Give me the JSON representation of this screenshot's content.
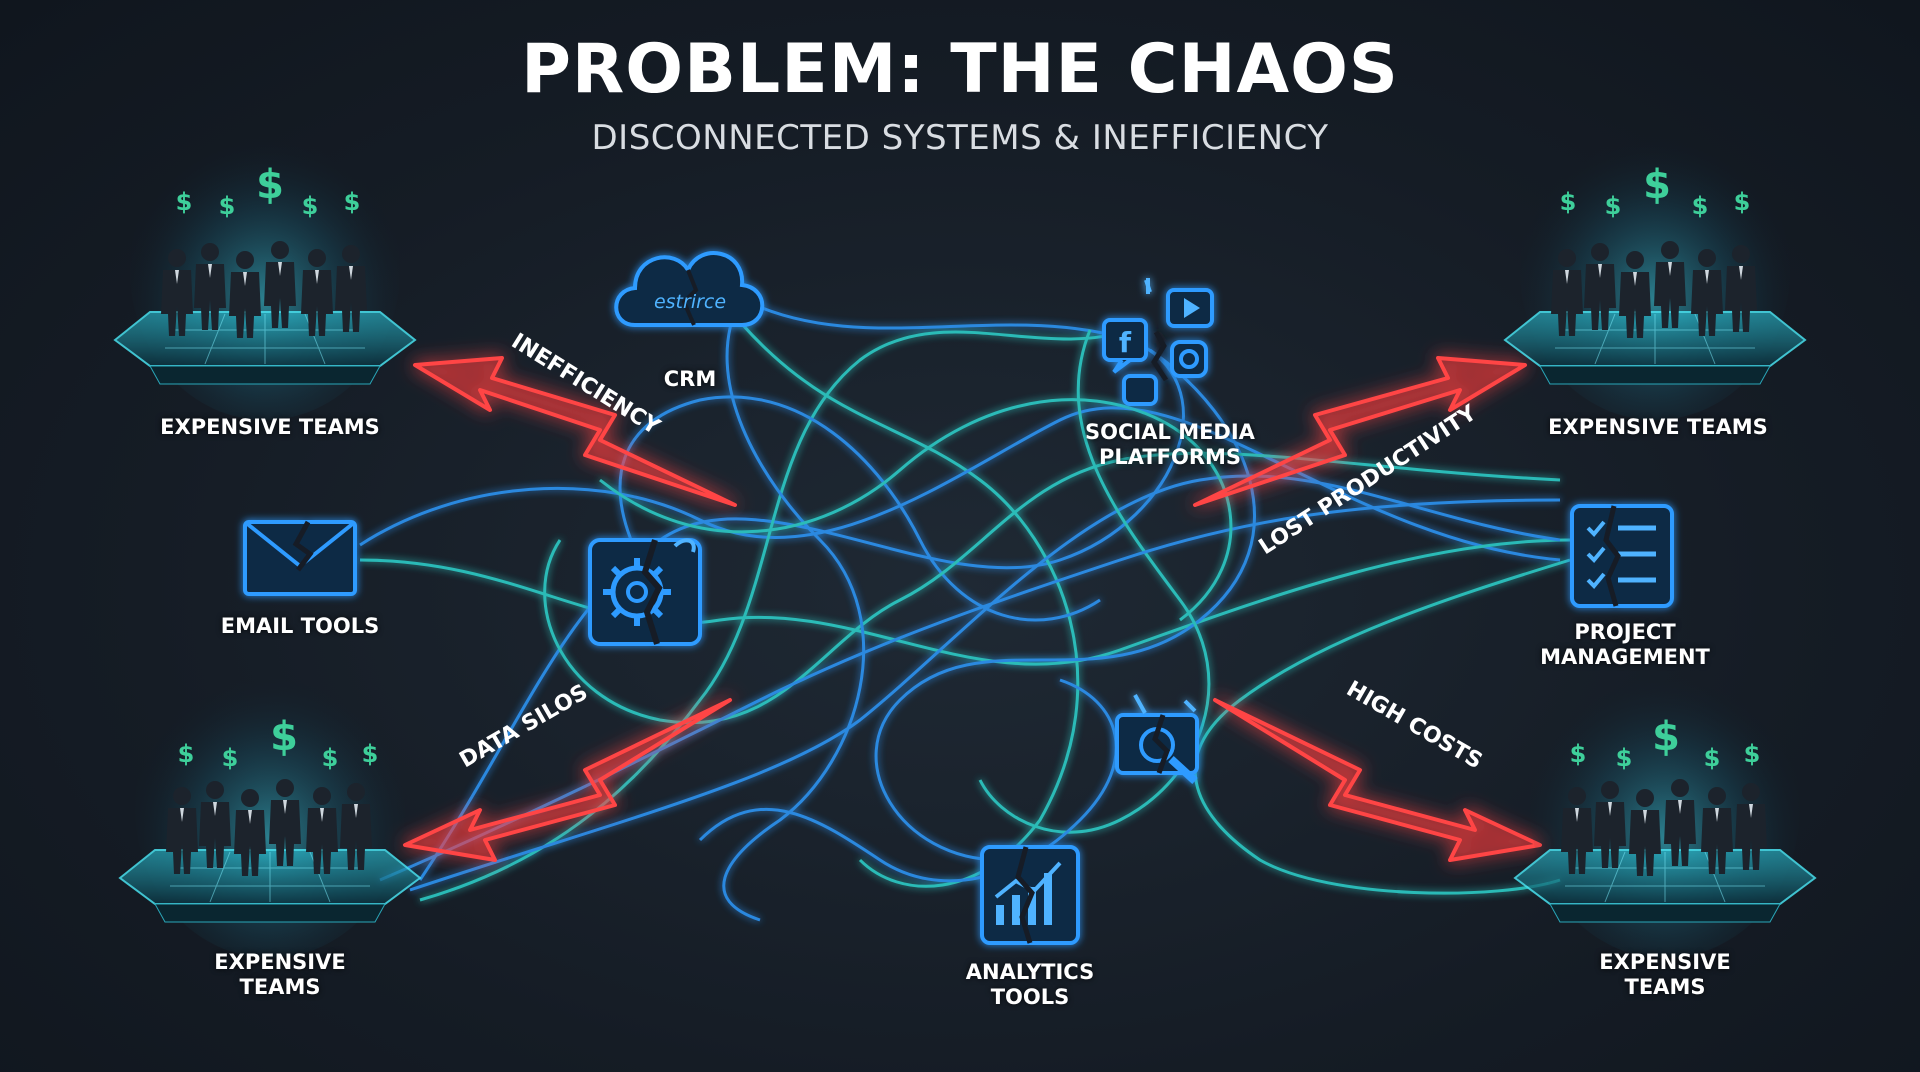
{
  "header": {
    "title": "PROBLEM: THE CHAOS",
    "subtitle": "DISCONNECTED SYSTEMS & INEFFICIENCY"
  },
  "teams": {
    "top_left": {
      "label": "EXPENSIVE TEAMS"
    },
    "top_right": {
      "label": "EXPENSIVE TEAMS"
    },
    "bottom_left": {
      "line1": "EXPENSIVE",
      "line2": "TEAMS"
    },
    "bottom_right": {
      "line1": "EXPENSIVE",
      "line2": "TEAMS"
    },
    "dollar_sign": "$"
  },
  "tools": {
    "crm": {
      "label": "CRM",
      "logo_text": "estrirce"
    },
    "social": {
      "line1": "SOCIAL MEDIA",
      "line2": "PLATFORMS",
      "fb_letter": "f"
    },
    "email": {
      "label": "EMAIL TOOLS"
    },
    "project": {
      "line1": "PROJECT",
      "line2": "MANAGEMENT"
    },
    "analytics": {
      "line1": "ANALYTICS",
      "line2": "TOOLS"
    }
  },
  "arrows": {
    "inefficiency": "INEFFICIENCY",
    "lost_productivity": "LOST PRODUCTIVITY",
    "data_silos": "DATA SILOS",
    "high_costs": "HIGH COSTS"
  },
  "colors": {
    "background": "#151c25",
    "neon_blue": "#2f9bff",
    "neon_cyan": "#2fd6d0",
    "alert_red": "#ff3b3b",
    "money_green": "#3ecf9a"
  }
}
